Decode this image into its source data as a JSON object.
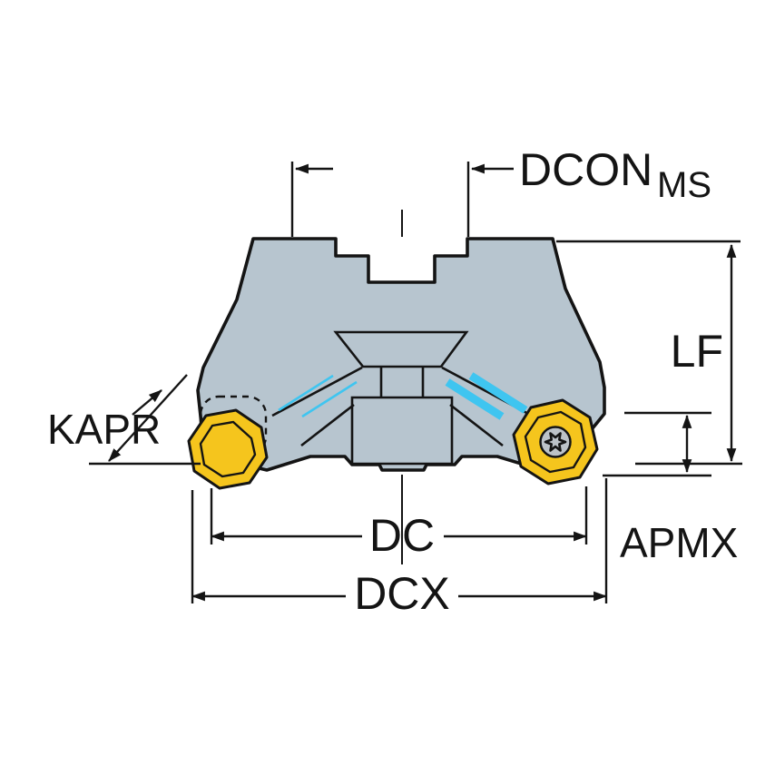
{
  "diagram": {
    "kind": "technical-dimension-drawing",
    "labels": {
      "dcon": "DCON",
      "dcon_subscript": "MS",
      "lf": "LF",
      "kapr": "KAPR",
      "dc": "DC",
      "dcx": "DCX",
      "apmx": "APMX"
    },
    "colors": {
      "body": "#b7c5cf",
      "outline": "#141414",
      "insert": "#f5c51d",
      "coolant": "#3fc5f0",
      "screw": "#bcc2c8",
      "dim": "#141414",
      "background": "#ffffff"
    }
  }
}
